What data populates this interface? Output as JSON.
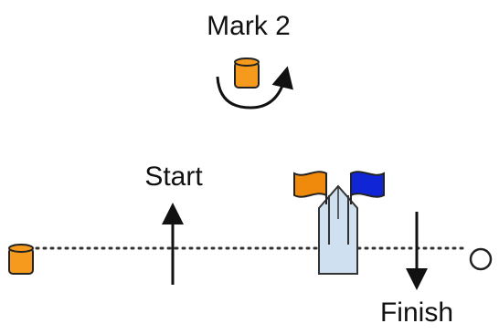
{
  "labels": {
    "mark2": "Mark 2",
    "start": "Start",
    "finish": "Finish"
  },
  "colors": {
    "mark_orange": "#f59a1c",
    "flag_orange": "#f08a0c",
    "flag_blue": "#1026d6",
    "boat_fill": "#cfe0f0",
    "line_stroke": "#333333",
    "pin_buoy_fill": "#ffffff"
  },
  "icons": {
    "mark2_buoy": "orange-buoy-icon",
    "rounding_arrow": "curved-arrow-icon",
    "pin_buoy_left": "orange-buoy-icon",
    "pin_buoy_right": "white-circle-buoy-icon",
    "committee_boat": "boat-icon",
    "orange_flag": "orange-flag-icon",
    "blue_flag": "blue-flag-icon",
    "start_arrow": "up-arrow-icon",
    "finish_arrow": "down-arrow-icon"
  }
}
